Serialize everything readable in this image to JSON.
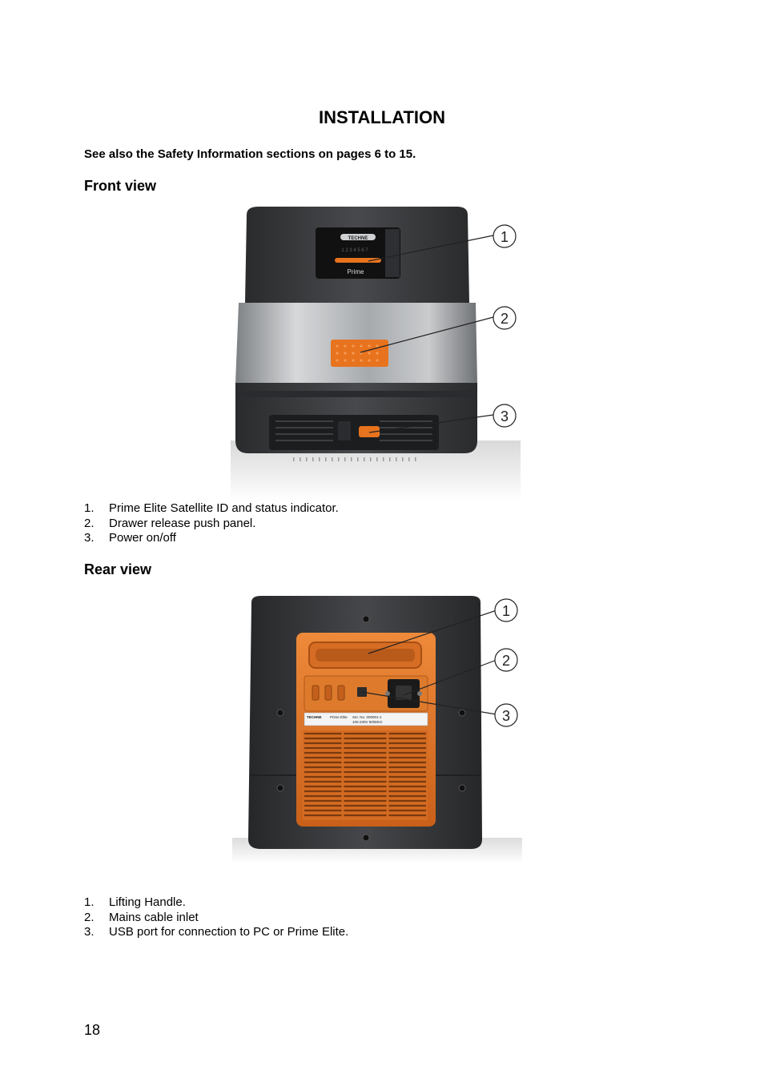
{
  "page": {
    "title": "INSTALLATION",
    "safety_note": "See also the Safety Information sections on pages 6 to 15.",
    "page_number": "18"
  },
  "front_view": {
    "heading": "Front view",
    "device_labels": {
      "brand": "TECHNE",
      "model": "Prime",
      "indicator_digits": "1 2 3 4 5 6 7"
    },
    "callouts": [
      "1",
      "2",
      "3"
    ],
    "items": [
      {
        "num": "1.",
        "text": "Prime Elite Satellite ID and status indicator."
      },
      {
        "num": "2.",
        "text": "Drawer release push panel."
      },
      {
        "num": "3.",
        "text": "Power on/off"
      }
    ]
  },
  "rear_view": {
    "heading": "Rear view",
    "device_labels": {
      "brand": "TECHNE",
      "model": "Prime Elite",
      "serial": "Ser. No. 000001-1",
      "voltage": "100-230V 50/60Hz"
    },
    "callouts": [
      "1",
      "2",
      "3"
    ],
    "items": [
      {
        "num": "1.",
        "text": "Lifting Handle."
      },
      {
        "num": "2.",
        "text": "Mains cable inlet"
      },
      {
        "num": "3.",
        "text": "USB port for connection to PC or Prime Elite."
      }
    ]
  },
  "colors": {
    "accent_orange": "#e8731e",
    "body_dark": "#3a3b3e",
    "steel": "#b9bcbf"
  }
}
